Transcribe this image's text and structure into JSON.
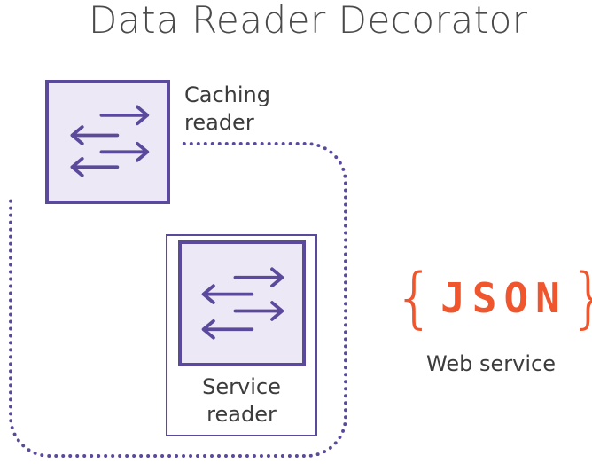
{
  "title": "Data Reader Decorator",
  "caching_reader": {
    "label": "Caching\nreader",
    "icon": "swap-arrows-icon"
  },
  "service_reader": {
    "label": "Service\nreader",
    "icon": "swap-arrows-icon"
  },
  "web_service": {
    "logo_open_brace": "{",
    "logo_text": "JSON",
    "logo_close_brace": "}",
    "label": "Web service"
  },
  "colors": {
    "accent": "#5b4a9b",
    "box_fill": "#ece8f6",
    "json_orange": "#f0562e",
    "text": "#3c3c3c"
  }
}
